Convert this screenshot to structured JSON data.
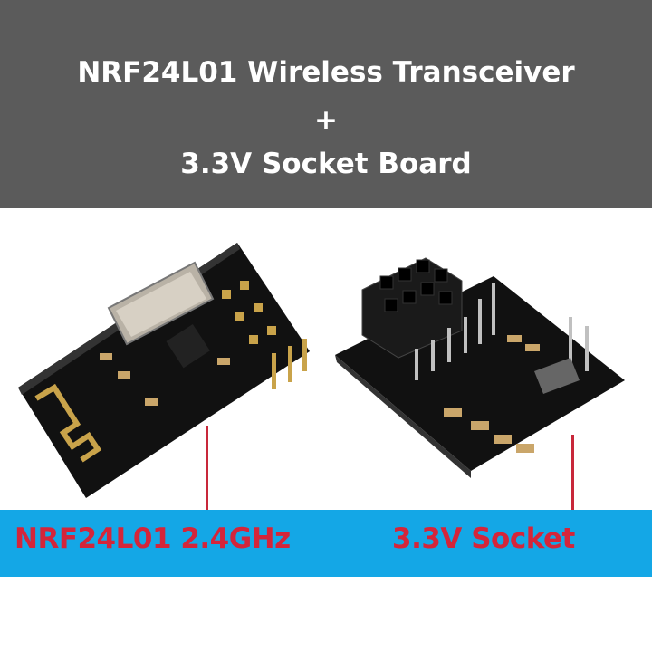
{
  "header": {
    "line1": "NRF24L01 Wireless Transceiver",
    "line2": "+",
    "line3": "3.3V Socket Board"
  },
  "labels": {
    "module": "NRF24L01 2.4GHz",
    "socket": "3.3V Socket"
  },
  "colors": {
    "header_bg": "#5b5b5b",
    "banner_bg": "#14a7e6",
    "label_text": "#d4253a"
  }
}
